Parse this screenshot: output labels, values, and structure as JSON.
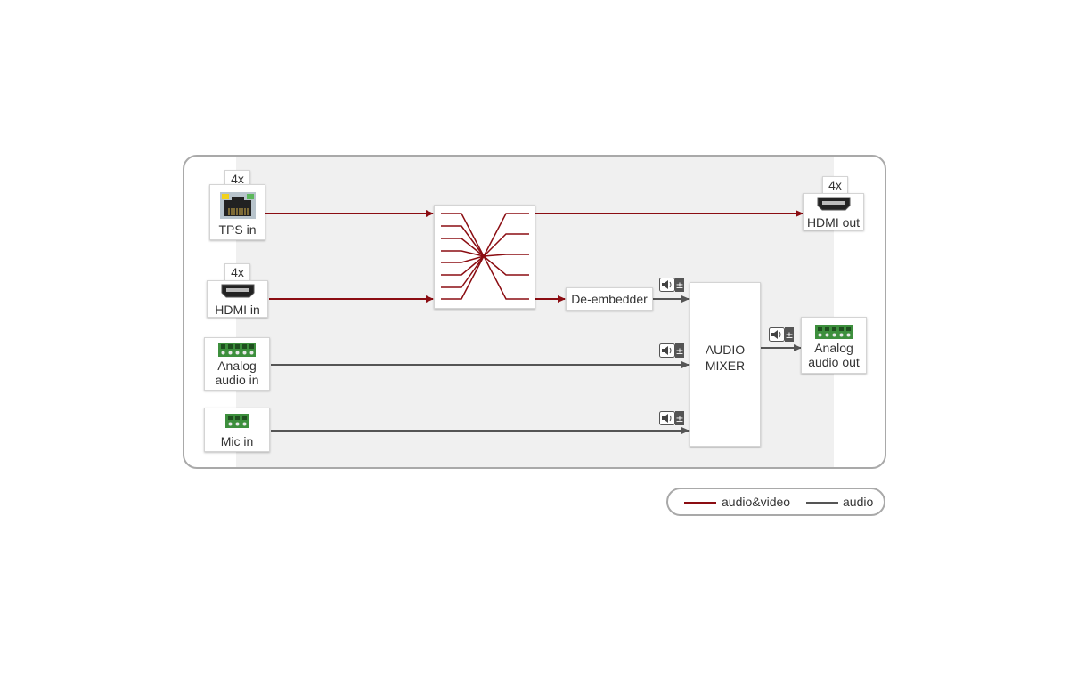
{
  "colors": {
    "audio_video": "#8b0d12",
    "audio": "#555555",
    "frame_border": "#a9a9a9",
    "inner_bg": "#f0f0f0",
    "terminal_green": "#3d8f3d"
  },
  "inputs": {
    "tps": {
      "label": "TPS in",
      "count": "4x",
      "icon": "rj45-port-icon"
    },
    "hdmi": {
      "label": "HDMI in",
      "count": "4x",
      "icon": "hdmi-port-icon"
    },
    "analog": {
      "label_line1": "Analog",
      "label_line2": "audio in",
      "icon": "terminal-block-5pin-icon"
    },
    "mic": {
      "label": "Mic in",
      "icon": "terminal-block-3pin-icon"
    }
  },
  "processing": {
    "crosspoint_icon": "crosspoint-matrix-icon",
    "deembedder": "De-embedder",
    "mixer_line1": "AUDIO",
    "mixer_line2": "MIXER",
    "audio_control_icon": "volume-adjust-icon"
  },
  "outputs": {
    "hdmi": {
      "label": "HDMI out",
      "count": "4x",
      "icon": "hdmi-port-icon"
    },
    "analog": {
      "label_line1": "Analog",
      "label_line2": "audio out",
      "icon": "terminal-block-5pin-icon"
    }
  },
  "legend": {
    "audio_video": "audio&video",
    "audio": "audio"
  }
}
